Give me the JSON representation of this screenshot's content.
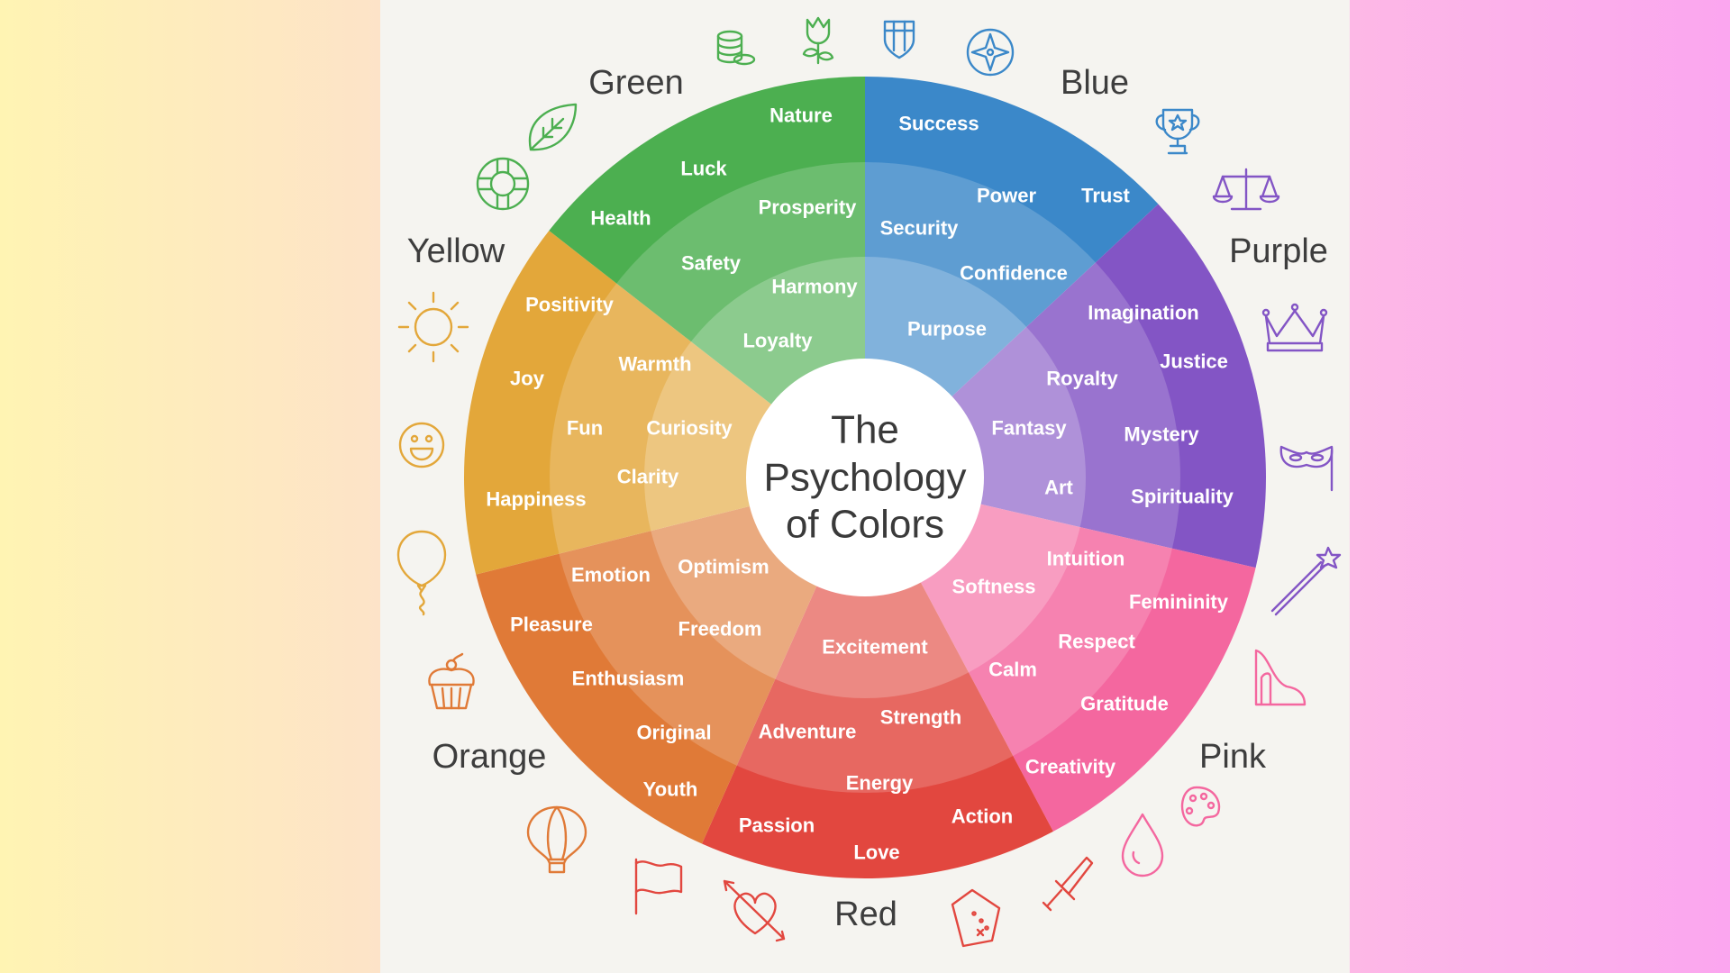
{
  "title": [
    "The",
    "Psychology",
    "of Colors"
  ],
  "categories": [
    {
      "name": "Blue",
      "color": "#3b88c9",
      "words": [
        "Success",
        "Trust",
        "Power",
        "Security",
        "Confidence",
        "Purpose"
      ]
    },
    {
      "name": "Purple",
      "color": "#8355c5",
      "words": [
        "Imagination",
        "Justice",
        "Royalty",
        "Mystery",
        "Fantasy",
        "Art",
        "Spirituality"
      ]
    },
    {
      "name": "Pink",
      "color": "#f4679f",
      "words": [
        "Intuition",
        "Femininity",
        "Softness",
        "Respect",
        "Calm",
        "Gratitude",
        "Creativity"
      ]
    },
    {
      "name": "Red",
      "color": "#e2473f",
      "words": [
        "Excitement",
        "Strength",
        "Adventure",
        "Energy",
        "Passion",
        "Action",
        "Love"
      ]
    },
    {
      "name": "Orange",
      "color": "#e07a37",
      "words": [
        "Emotion",
        "Optimism",
        "Pleasure",
        "Freedom",
        "Enthusiasm",
        "Original",
        "Youth"
      ]
    },
    {
      "name": "Yellow",
      "color": "#e3a73a",
      "words": [
        "Positivity",
        "Warmth",
        "Joy",
        "Fun",
        "Curiosity",
        "Clarity",
        "Happiness"
      ]
    },
    {
      "name": "Green",
      "color": "#4caf50",
      "words": [
        "Nature",
        "Luck",
        "Prosperity",
        "Health",
        "Safety",
        "Harmony",
        "Loyalty"
      ]
    }
  ],
  "icons": [
    {
      "name": "coins-icon",
      "color": "#4caf50"
    },
    {
      "name": "flower-icon",
      "color": "#4caf50"
    },
    {
      "name": "shield-icon",
      "color": "#3b88c9"
    },
    {
      "name": "compass-icon",
      "color": "#3b88c9"
    },
    {
      "name": "trophy-icon",
      "color": "#3b88c9"
    },
    {
      "name": "scales-icon",
      "color": "#8355c5"
    },
    {
      "name": "crown-icon",
      "color": "#8355c5"
    },
    {
      "name": "mask-icon",
      "color": "#8355c5"
    },
    {
      "name": "magic-wand-icon",
      "color": "#8355c5"
    },
    {
      "name": "high-heel-icon",
      "color": "#f4679f"
    },
    {
      "name": "palette-icon",
      "color": "#f4679f"
    },
    {
      "name": "drop-icon",
      "color": "#f4679f"
    },
    {
      "name": "sword-icon",
      "color": "#e2473f"
    },
    {
      "name": "map-icon",
      "color": "#e2473f"
    },
    {
      "name": "heart-arrow-icon",
      "color": "#e2473f"
    },
    {
      "name": "flag-icon",
      "color": "#e2473f"
    },
    {
      "name": "hot-air-balloon-icon",
      "color": "#e07a37"
    },
    {
      "name": "cupcake-icon",
      "color": "#e07a37"
    },
    {
      "name": "balloon-icon",
      "color": "#e3a73a"
    },
    {
      "name": "smiley-icon",
      "color": "#e3a73a"
    },
    {
      "name": "sun-icon",
      "color": "#e3a73a"
    },
    {
      "name": "lifebuoy-icon",
      "color": "#4caf50"
    },
    {
      "name": "leaf-icon",
      "color": "#4caf50"
    }
  ]
}
